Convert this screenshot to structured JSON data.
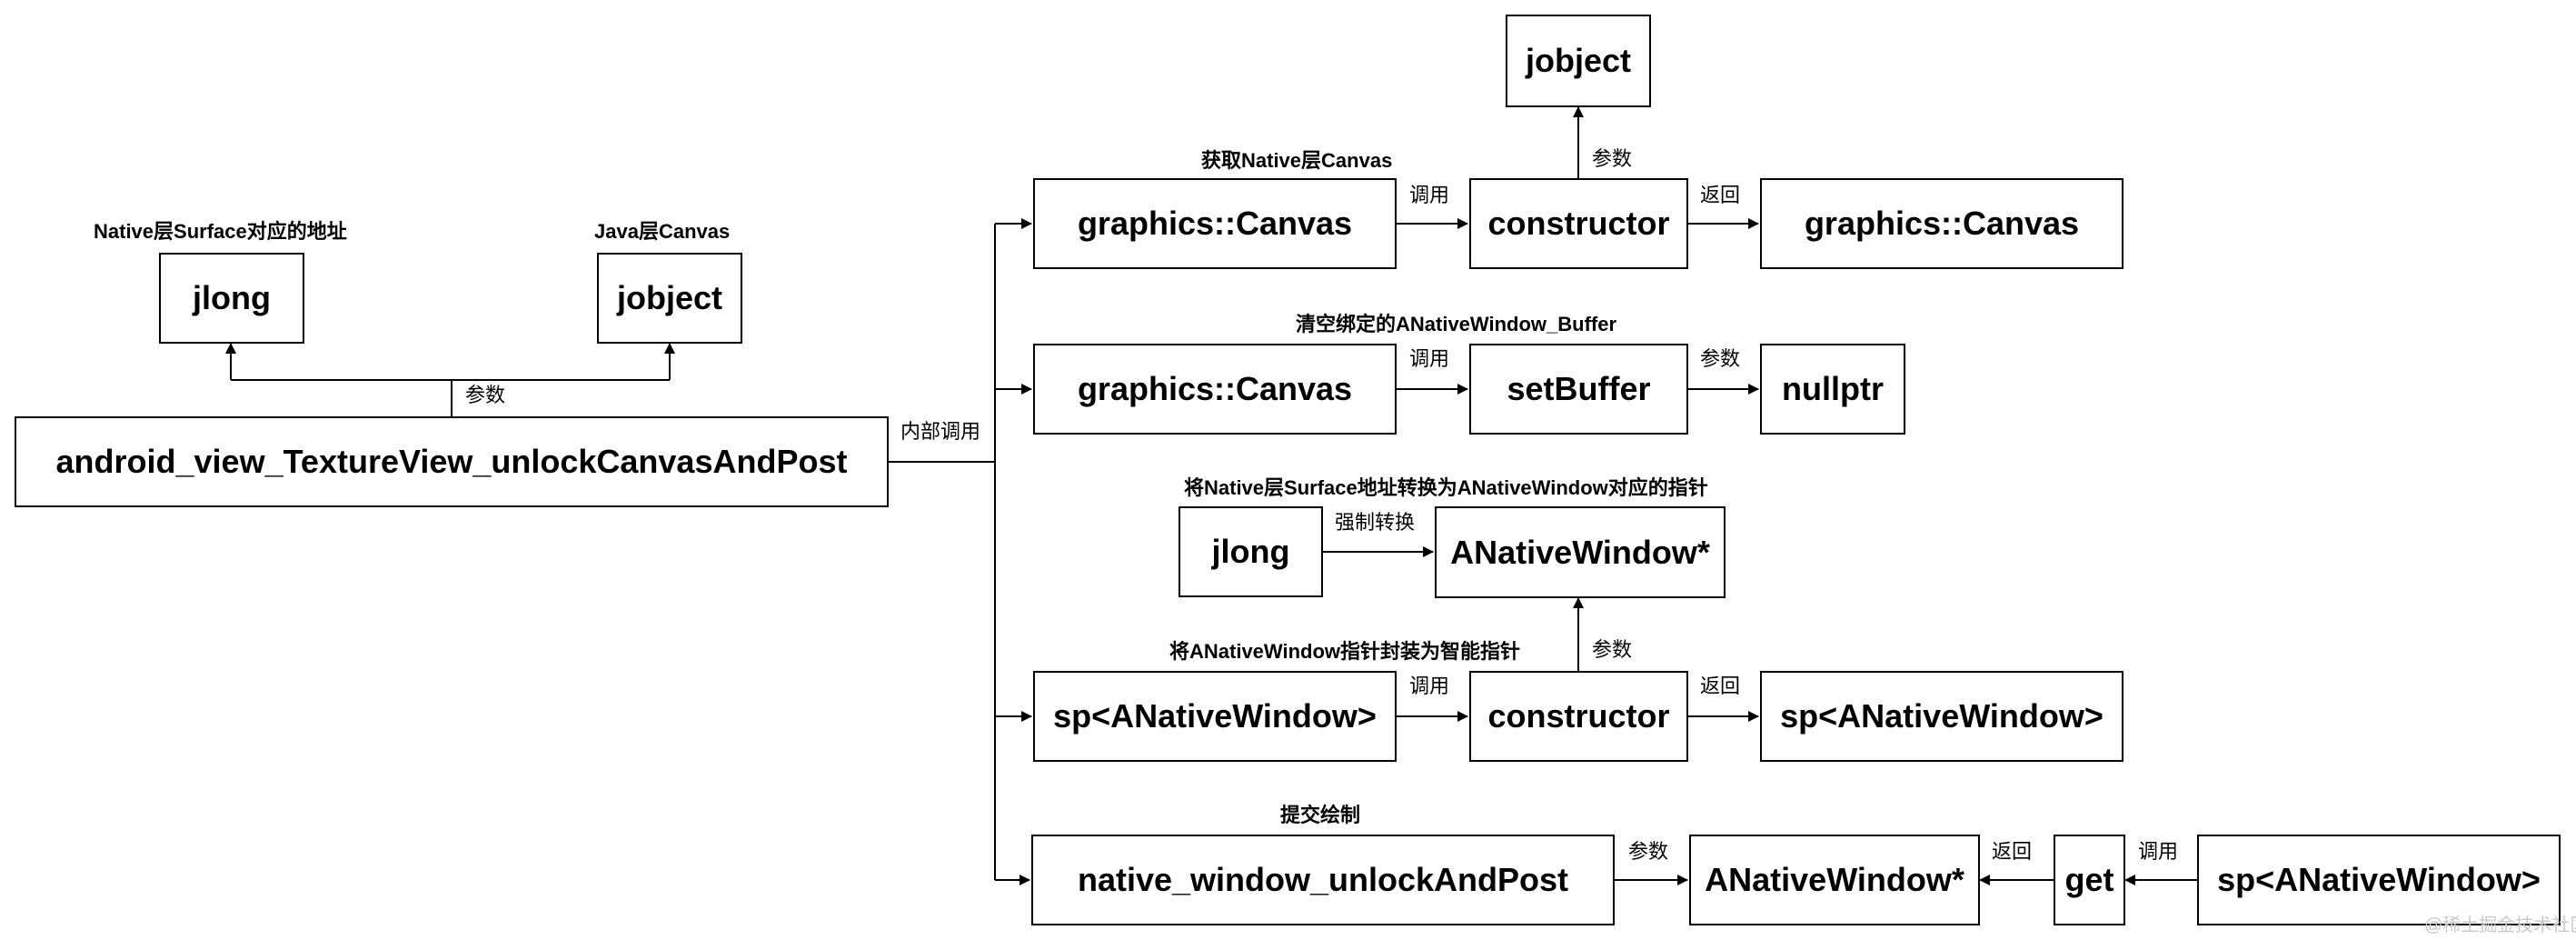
{
  "main": {
    "label": "android_view_TextureView_unlockCanvasAndPost",
    "call_label": "内部调用",
    "param_label": "参数",
    "params": [
      {
        "box": "jlong",
        "caption": "Native层Surface对应的地址"
      },
      {
        "box": "jobject",
        "caption": "Java层Canvas"
      }
    ]
  },
  "rows": {
    "canvas_get": {
      "caption": "获取Native层Canvas",
      "source": "graphics::Canvas",
      "call_label": "调用",
      "constructor": "constructor",
      "return_label": "返回",
      "result": "graphics::Canvas",
      "param_label": "参数",
      "param_box": "jobject"
    },
    "set_buffer": {
      "caption": "清空绑定的ANativeWindow_Buffer",
      "source": "graphics::Canvas",
      "call_label": "调用",
      "method": "setBuffer",
      "param_label": "参数",
      "param_box": "nullptr"
    },
    "cast": {
      "caption": "将Native层Surface地址转换为ANativeWindow对应的指针",
      "source": "jlong",
      "cast_label": "强制转换",
      "target": "ANativeWindow*"
    },
    "smart_ptr": {
      "caption": "将ANativeWindow指针封装为智能指针",
      "source": "sp<ANativeWindow>",
      "call_label": "调用",
      "constructor": "constructor",
      "return_label": "返回",
      "result": "sp<ANativeWindow>",
      "param_label": "参数"
    },
    "post": {
      "caption": "提交绘制",
      "source": "native_window_unlockAndPost",
      "param_label": "参数",
      "param_box": "ANativeWindow*",
      "return_label": "返回",
      "get_box": "get",
      "call_label": "调用",
      "sp_box": "sp<ANativeWindow>"
    }
  },
  "watermark": "@稀土掘金技术社区"
}
